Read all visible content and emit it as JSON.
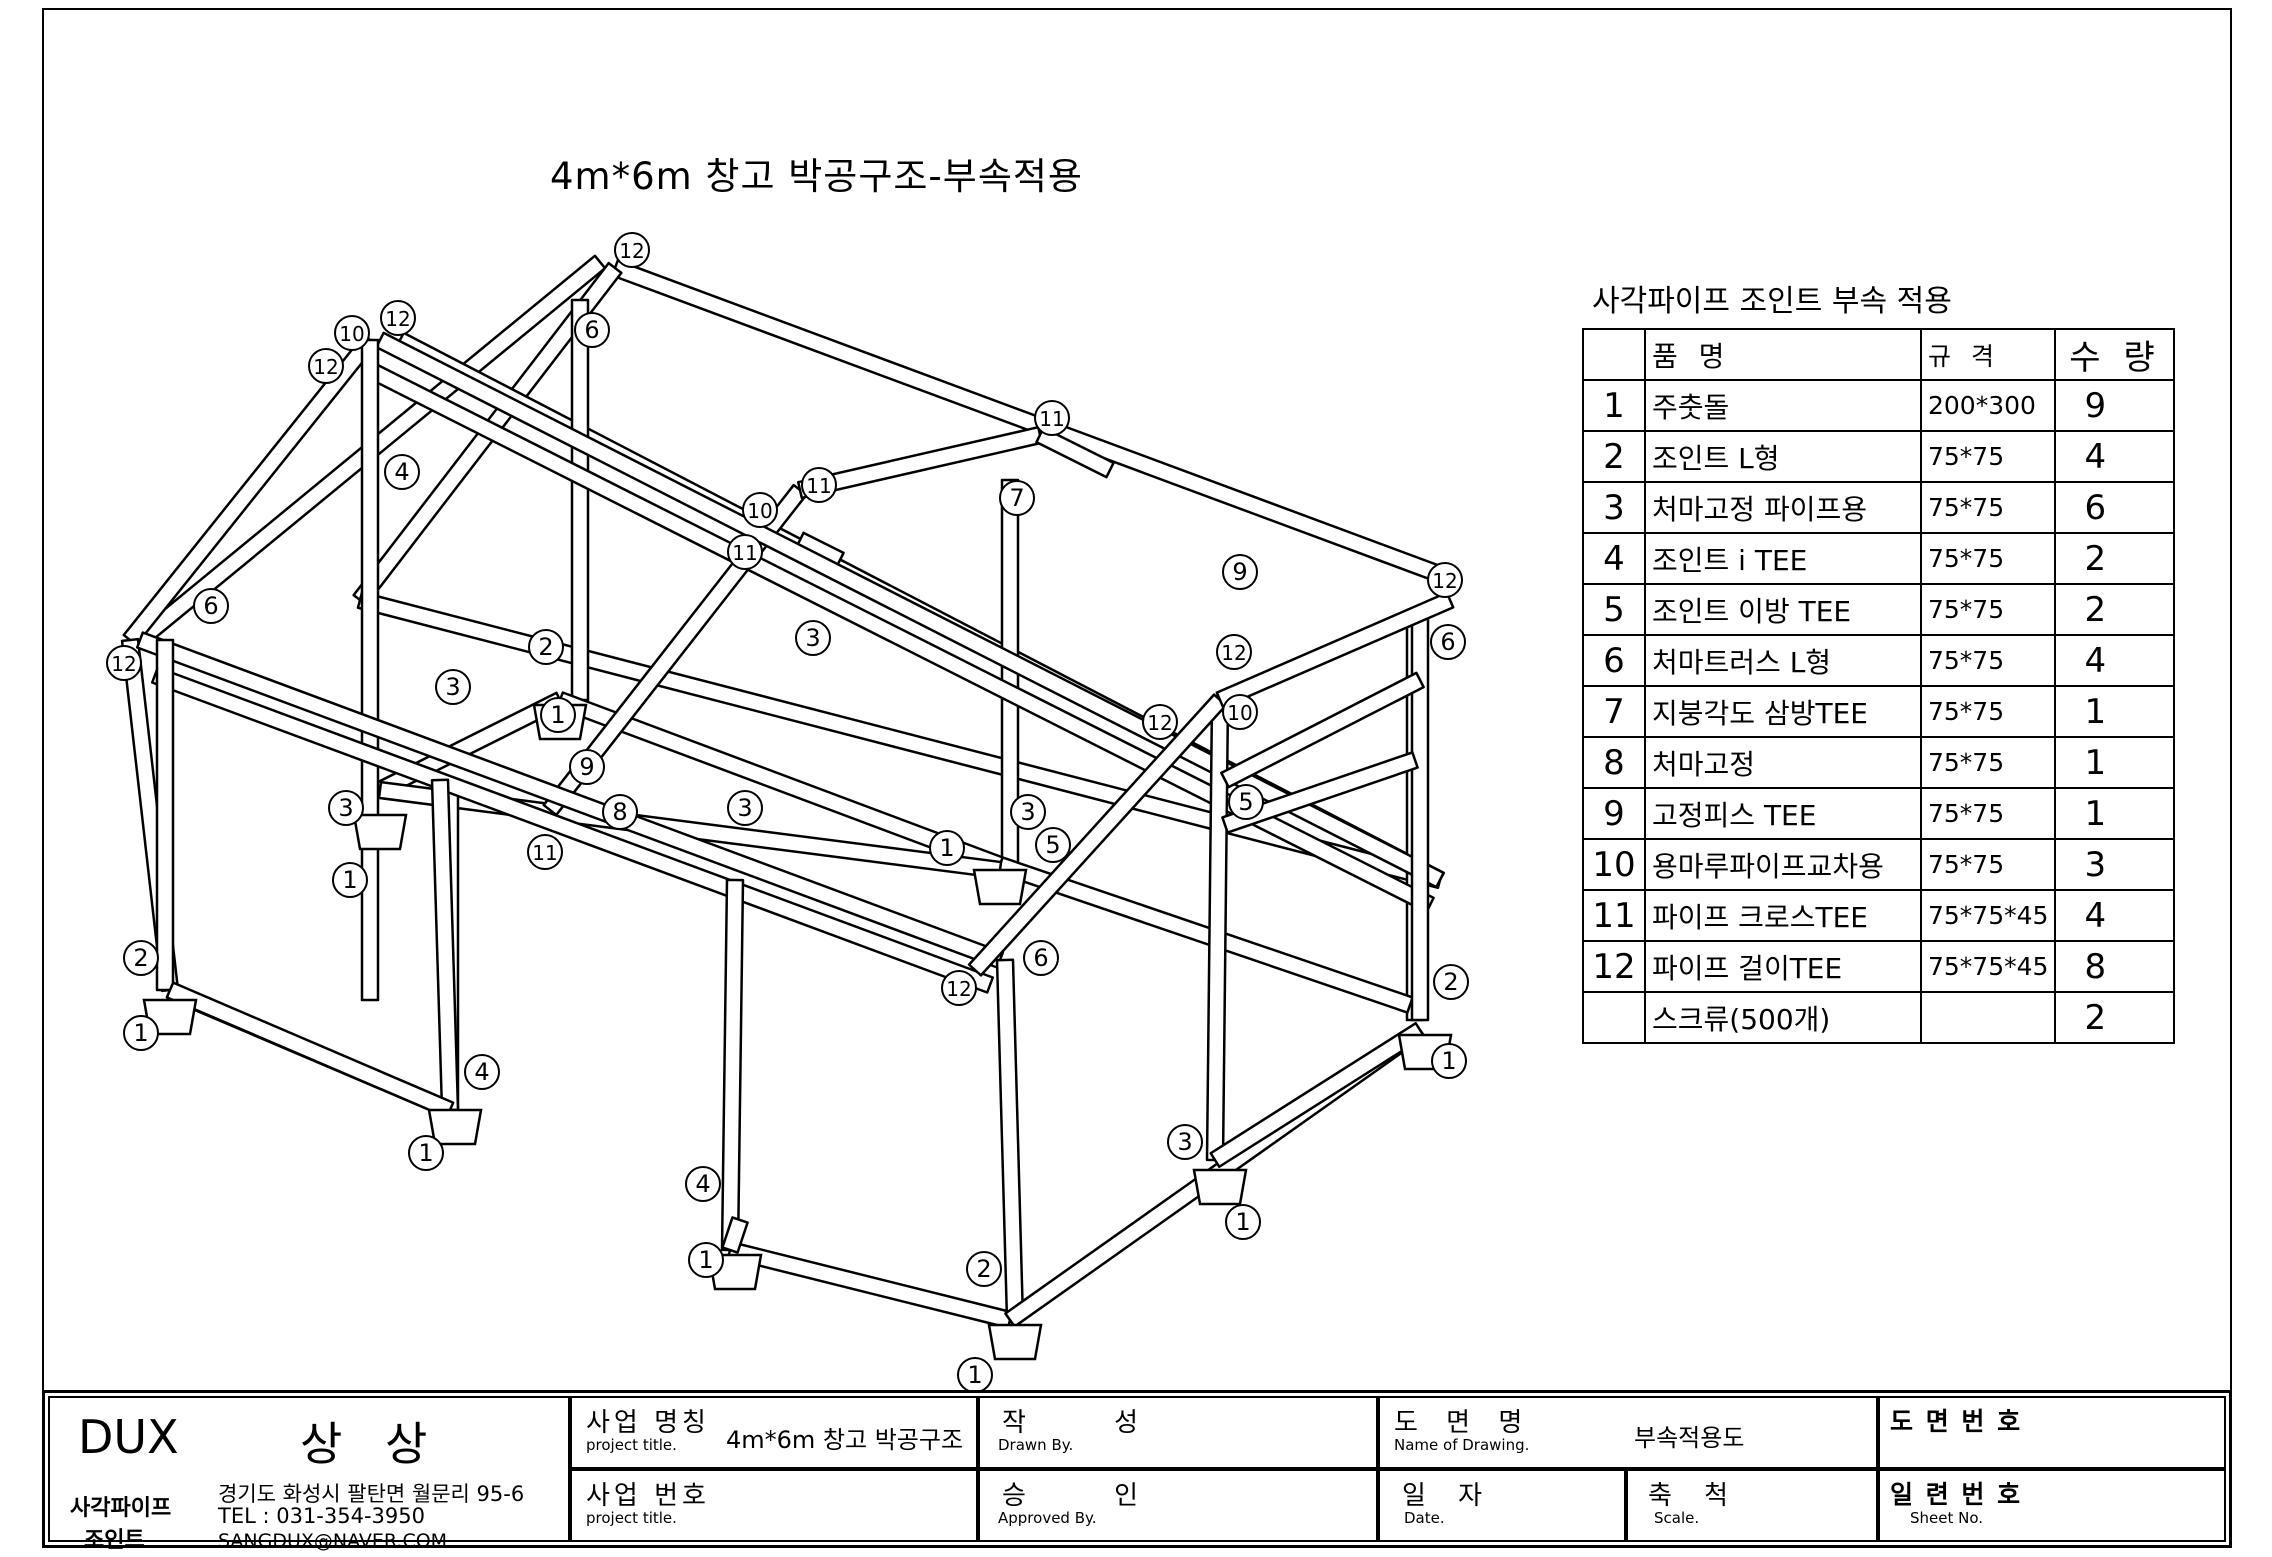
{
  "drawing_title": "4m*6m 창고 박공구조-부속적용",
  "callout_numbers": [
    "1",
    "2",
    "3",
    "4",
    "5",
    "6",
    "7",
    "8",
    "9",
    "10",
    "11",
    "12"
  ],
  "parts_table": {
    "title": "사각파이프 조인트 부속 적용",
    "headers": {
      "name": "품 명",
      "spec": "규 격",
      "qty": "수 량"
    },
    "rows": [
      {
        "no": "1",
        "name": "주춧돌",
        "spec": "200*300",
        "qty": "9"
      },
      {
        "no": "2",
        "name": "조인트 L형",
        "spec": "75*75",
        "qty": "4"
      },
      {
        "no": "3",
        "name": "처마고정 파이프용",
        "spec": "75*75",
        "qty": "6"
      },
      {
        "no": "4",
        "name": "조인트 i TEE",
        "spec": "75*75",
        "qty": "2"
      },
      {
        "no": "5",
        "name": "조인트 이방 TEE",
        "spec": "75*75",
        "qty": "2"
      },
      {
        "no": "6",
        "name": "처마트러스 L형",
        "spec": "75*75",
        "qty": "4"
      },
      {
        "no": "7",
        "name": "지붕각도 삼방TEE",
        "spec": "75*75",
        "qty": "1"
      },
      {
        "no": "8",
        "name": "처마고정",
        "spec": "75*75",
        "qty": "1"
      },
      {
        "no": "9",
        "name": "고정피스 TEE",
        "spec": "75*75",
        "qty": "1"
      },
      {
        "no": "10",
        "name": "용마루파이프교차용",
        "spec": "75*75",
        "qty": "3"
      },
      {
        "no": "11",
        "name": "파이프 크로스TEE",
        "spec": "75*75*45",
        "qty": "4"
      },
      {
        "no": "12",
        "name": "파이프 걸이TEE",
        "spec": "75*75*45",
        "qty": "8"
      },
      {
        "no": "",
        "name": "스크류(500개)",
        "spec": "",
        "qty": "2"
      }
    ]
  },
  "title_block": {
    "company": {
      "logo": "DUX",
      "name": "상 상",
      "sub1": "사각파이프",
      "sub2": "조인트",
      "address": "경기도 화성시 팔탄면 월문리 95-6",
      "tel": "TEL : 031-354-3950",
      "email": "SANGDUX@NAVER.COM"
    },
    "project_name": {
      "label_k": "사업 명칭",
      "label_e": "project title.",
      "value": "4m*6m 창고 박공구조"
    },
    "project_no": {
      "label_k": "사업 번호",
      "label_e": "project title.",
      "value": ""
    },
    "drawn_by": {
      "label_k": "작 성",
      "label_e": "Drawn By.",
      "value": ""
    },
    "approved_by": {
      "label_k": "승 인",
      "label_e": "Approved By.",
      "value": ""
    },
    "drawing_name": {
      "label_k": "도 면 명",
      "label_e": "Name of Drawing.",
      "value": "부속적용도"
    },
    "date": {
      "label_k": "일 자",
      "label_e": "Date.",
      "value": ""
    },
    "scale": {
      "label_k": "축 척",
      "label_e": "Scale.",
      "value": ""
    },
    "drawing_no": {
      "label_k": "도 면 번 호",
      "value": ""
    },
    "sheet_no": {
      "label_k": "일 련 번 호",
      "label_e": "Sheet No.",
      "value": ""
    }
  }
}
